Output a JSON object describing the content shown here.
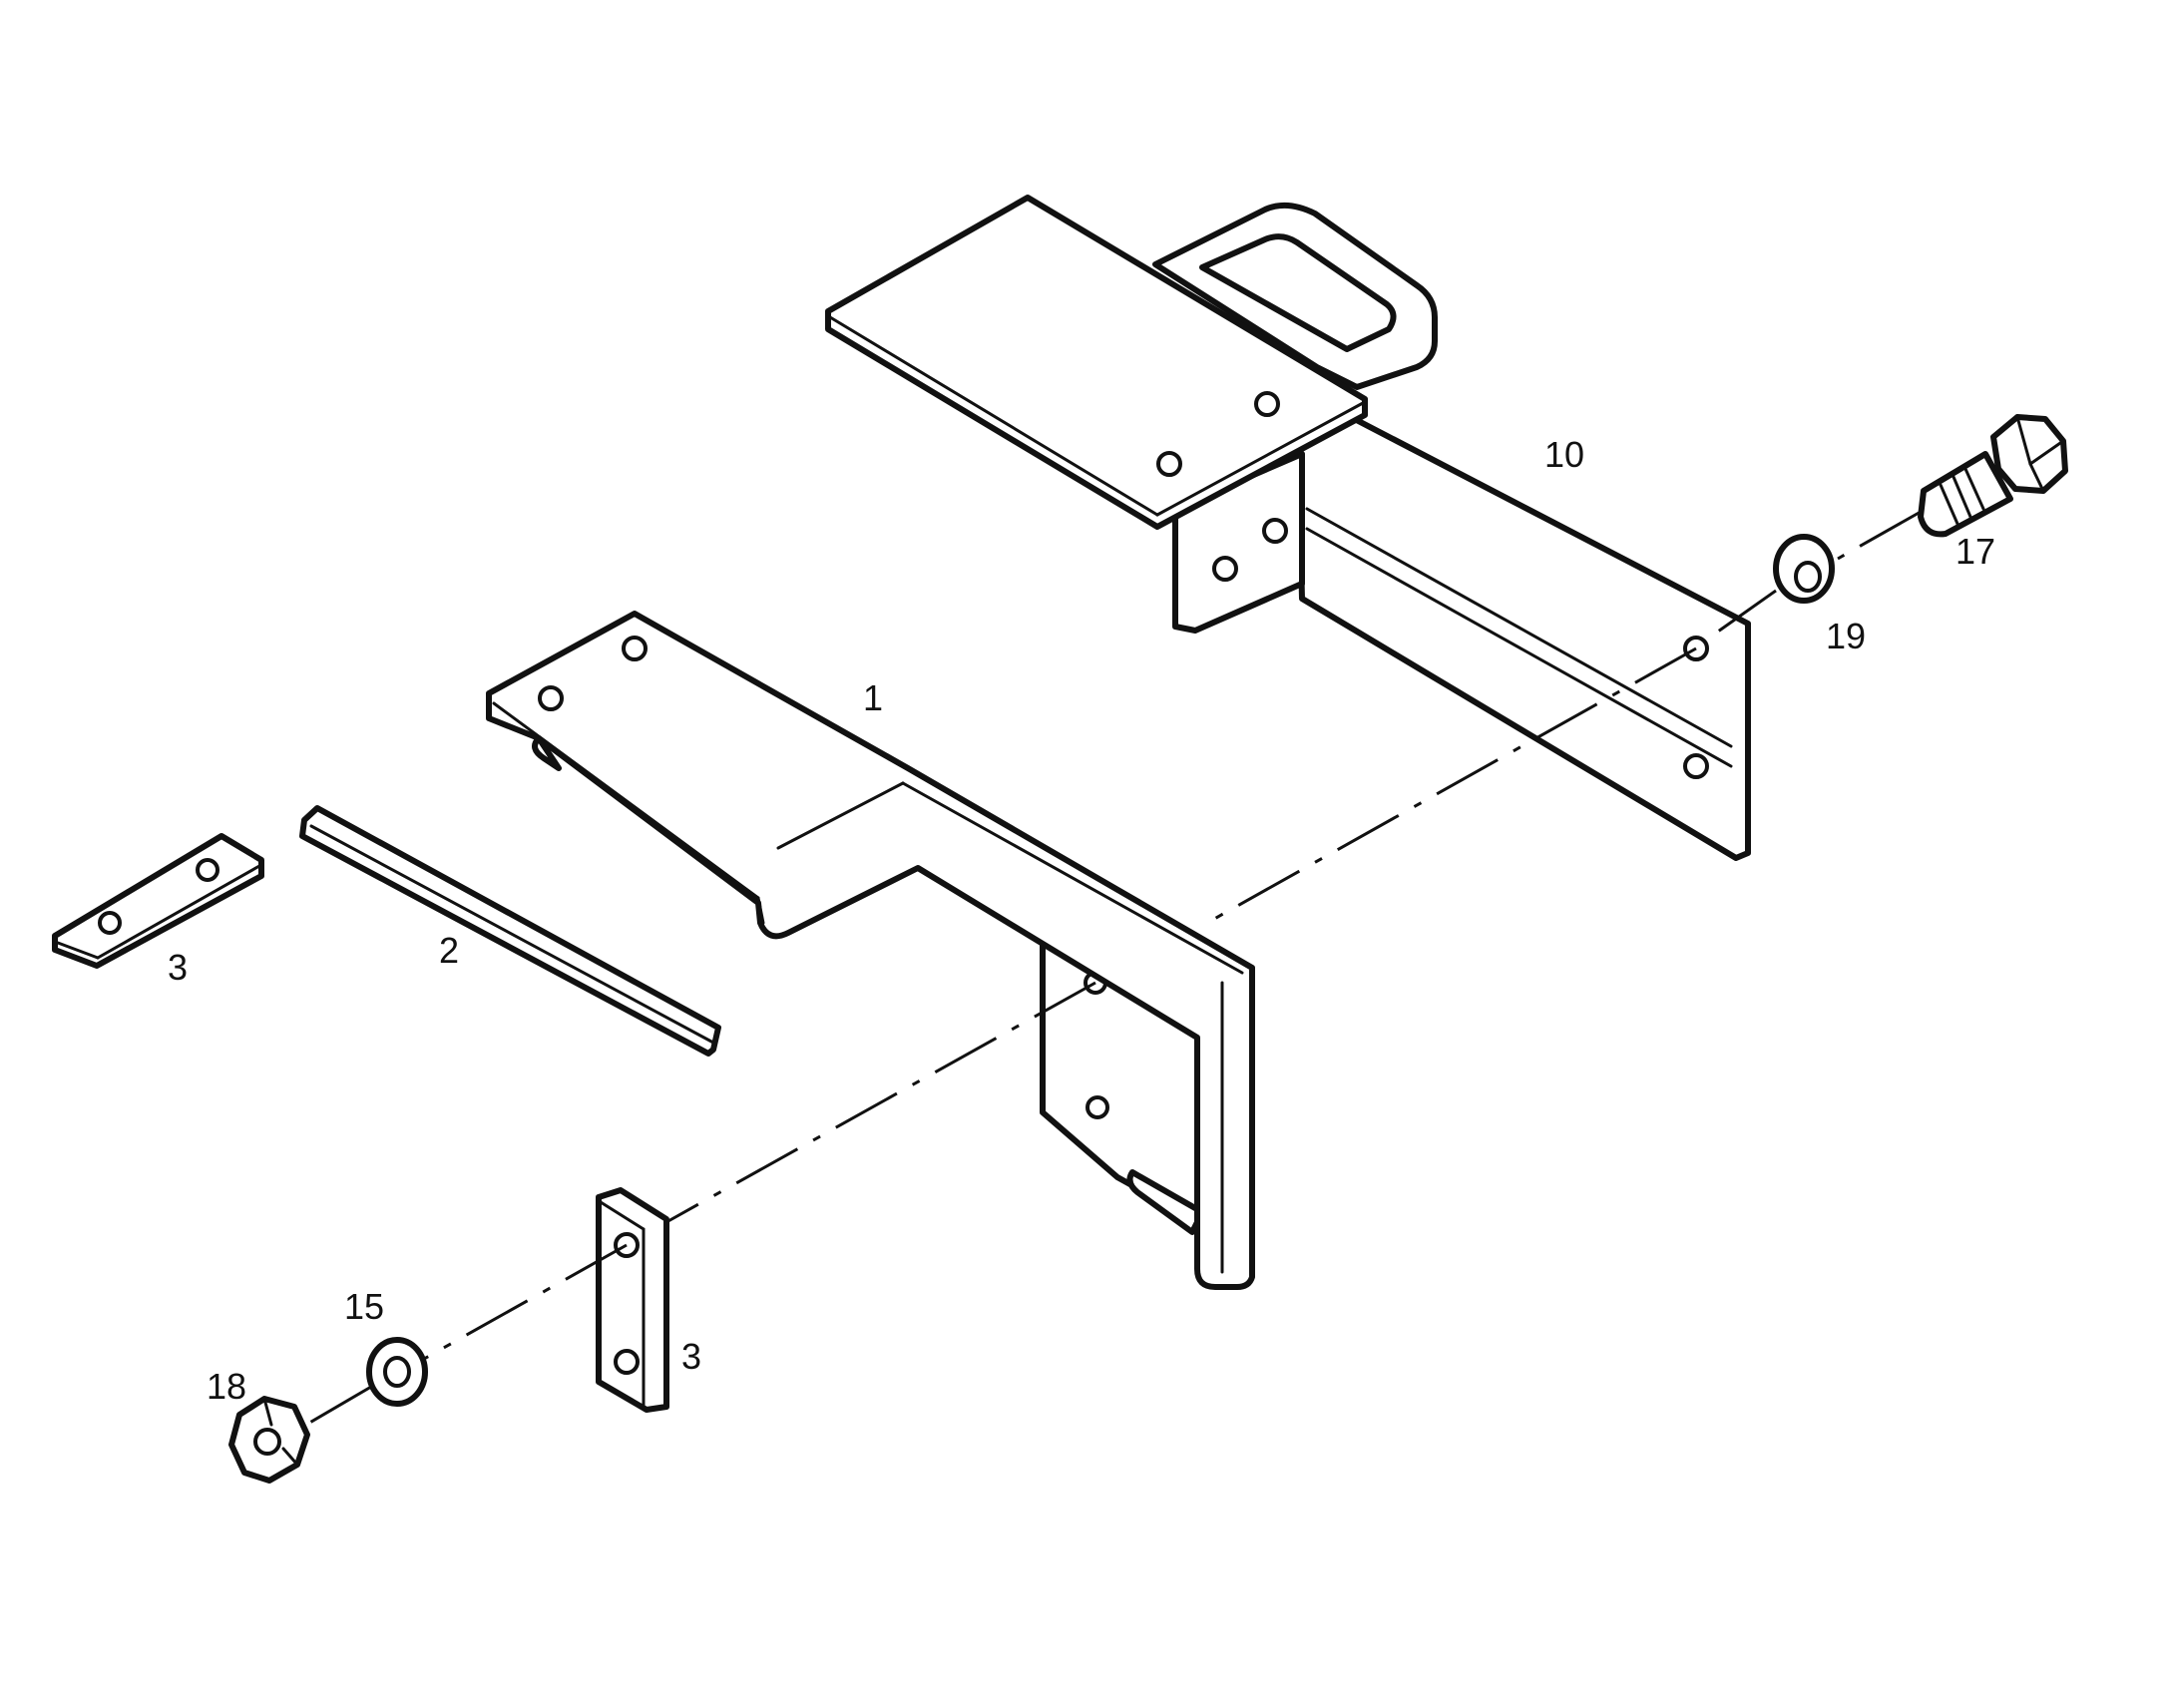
{
  "callouts": {
    "part_1": "1",
    "part_2": "2",
    "part_3_left": "3",
    "part_3_lower": "3",
    "part_10": "10",
    "part_15": "15",
    "part_17": "17",
    "part_18": "18",
    "part_19": "19"
  },
  "colors": {
    "ink": "#111111",
    "paper": "#ffffff"
  }
}
